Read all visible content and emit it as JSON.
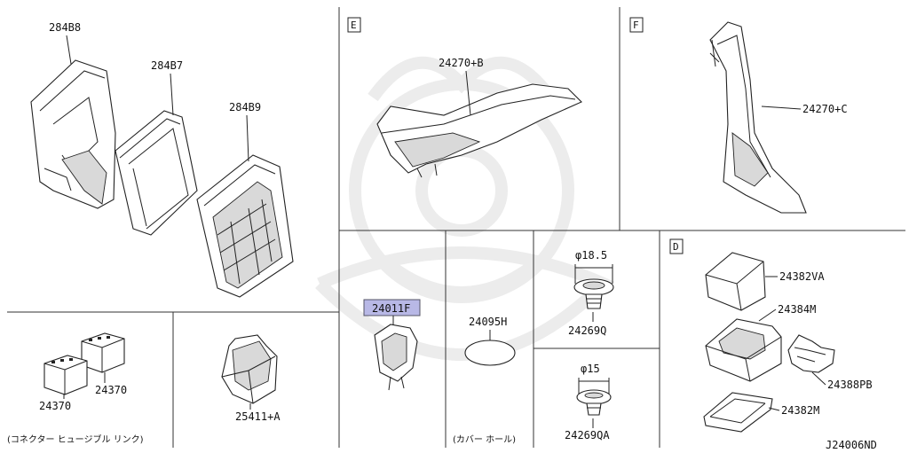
{
  "labels": {
    "p284B8": "284B8",
    "p284B7": "284B7",
    "p284B9": "284B9",
    "p24270B": "24270+B",
    "p24270C": "24270+C",
    "p24370a": "24370",
    "p24370b": "24370",
    "p25411A": "25411+A",
    "p24011F": "24011F",
    "p24095H": "24095H",
    "p24269Q": "24269Q",
    "p24269QA": "24269QA",
    "p24382VA": "24382VA",
    "p24384M": "24384M",
    "p24388PB": "24388PB",
    "p24382M": "24382M"
  },
  "dims": {
    "d185": "φ18.5",
    "d15": "φ15"
  },
  "sections": {
    "E": "E",
    "F": "F",
    "D": "D"
  },
  "captions": {
    "connector": "(コネクター ヒュージブル リンク)",
    "cover": "(カバー ホール)"
  },
  "diagram_code": "J24006ND",
  "colors": {
    "highlight": "#b8b8e6",
    "line": "#222222",
    "watermark": "#ececec"
  }
}
